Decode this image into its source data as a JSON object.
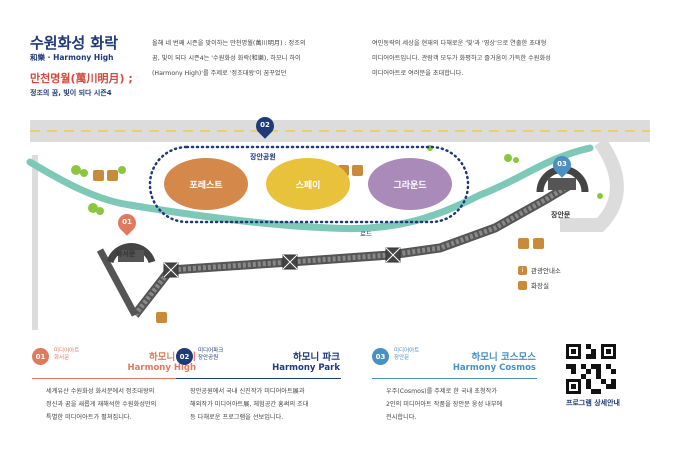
{
  "header": {
    "title": "수원화성 화락",
    "title_en": "和樂 · Harmony High",
    "subtitle": "만천명월(萬川明月) ;",
    "subtitle2": "정조의 꿈, 빛이 되다 시즌4"
  },
  "intro": {
    "left": [
      "올해 네 번째 시즌을 맞이하는 만천명월(萬川明月) : 정조의",
      "꿈, 빛이 되다 시즌4는 '수원화성 화락(和樂), 하모니 하이",
      "(Harmony High)'를 주제로 '정조대왕'이 꿈꾸었던"
    ],
    "right": [
      "여민동락의 세상을 현재의 다채로운 '빛'과 '영상'으로 연출한 초대형",
      "미디어아트입니다. 관람객 모두가 화평하고 즐거움이 가득한 수원화성",
      "미디어아트로 여러분을 초대합니다."
    ]
  },
  "map": {
    "markers": [
      {
        "num": "01",
        "label": "화서문",
        "color": "#e07a5f"
      },
      {
        "num": "02",
        "label": "장안공원",
        "color": "#1f3a78"
      },
      {
        "num": "03",
        "label": "장안문",
        "color": "#4a90c2"
      }
    ],
    "zones": [
      {
        "label": "포레스트",
        "color": "#d4884a"
      },
      {
        "label": "스페이",
        "color": "#e8c23b"
      },
      {
        "label": "그라운드",
        "color": "#a98ab8"
      }
    ],
    "road_label": "로드",
    "legend": [
      {
        "icon": "info-icon",
        "label": "관광안내소"
      },
      {
        "icon": "restroom-icon",
        "label": "화장실"
      }
    ],
    "colors": {
      "wall": "#555555",
      "path": "#7ec8b8",
      "road": "#dcdcdc",
      "road_line": "#f2c94c"
    }
  },
  "cards": [
    {
      "num": "01",
      "cat": [
        "미디어아트",
        "화서문"
      ],
      "ko": "하모니 하이",
      "en": "Harmony High",
      "color": "#e07a5f",
      "desc": [
        "세계유산 수원화성 화서문에서 정조대왕의",
        "정신과 꿈을 새롭게 재해석한 수원화성만의",
        "특별한 미디어아트가 펼쳐집니다."
      ]
    },
    {
      "num": "02",
      "cat": [
        "미디어파크",
        "장안공원"
      ],
      "ko": "하모니 파크",
      "en": "Harmony Park",
      "color": "#1f3a78",
      "desc": [
        "장안공원에서 국내 신진작가 미디어아트展과",
        "해외작가 미디어아트展, 체험공간 홍써의 조대",
        "등 다채로운 프로그램을 선보입니다."
      ]
    },
    {
      "num": "03",
      "cat": [
        "미디어아트",
        "장안문"
      ],
      "ko": "하모니 코스모스",
      "en": "Harmony Cosmos",
      "color": "#4a90c2",
      "desc": [
        "우주(Cosmos)를 주제로 한 국내 초청작가",
        "2인의 미디어아트 작품을 장안문 웅성 내부에",
        "전시합니다."
      ]
    }
  ],
  "qr": {
    "label": "프로그램 상세안내"
  }
}
